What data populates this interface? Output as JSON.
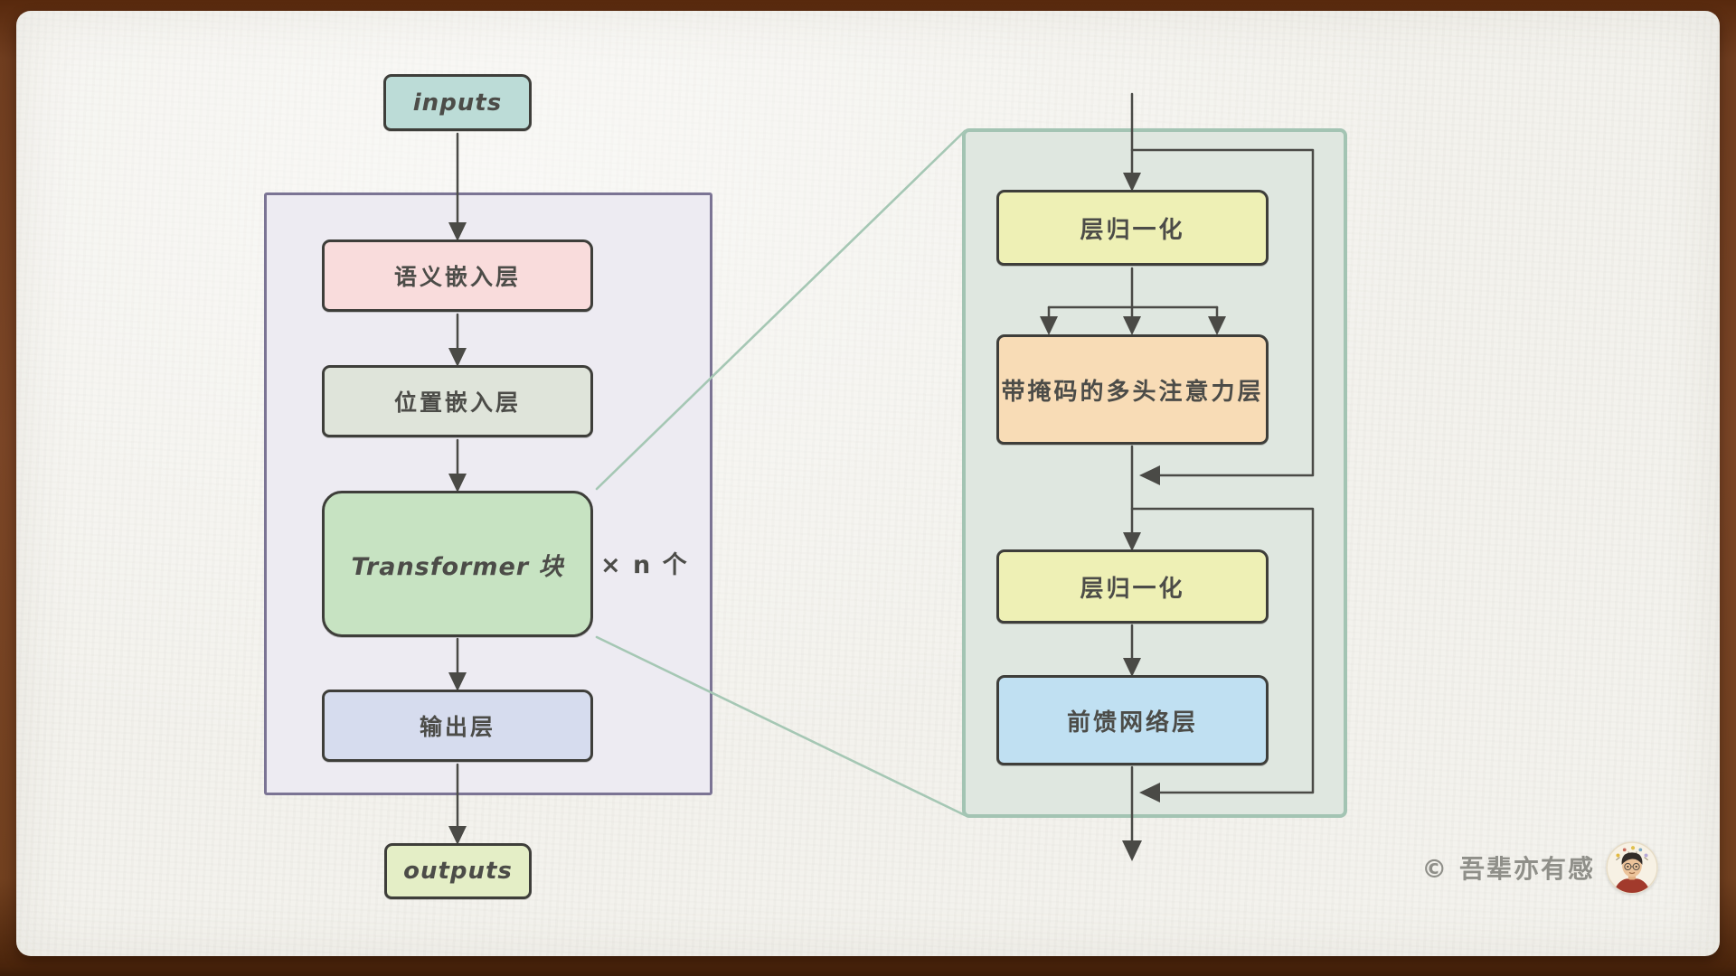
{
  "page": {
    "copyright": "© 吾辈亦有感"
  },
  "pipeline": {
    "inputs": "inputs",
    "semantic_embedding": "语义嵌入层",
    "position_embedding": "位置嵌入层",
    "transformer_block": "Transformer 块",
    "repeat_label": "× n 个",
    "output_layer": "输出层",
    "outputs": "outputs"
  },
  "transformer_detail": {
    "layer_norm_top": "层归一化",
    "masked_multi_head_attention": "带掩码的多头注意力层",
    "layer_norm_bottom": "层归一化",
    "feed_forward": "前馈网络层"
  },
  "colors": {
    "paper": "#f3f2ed",
    "frame_brown": "#7a4526",
    "inputs_fill": "#bcdcd7",
    "outputs_fill": "#e4eec6",
    "semantic_fill": "#f9dcdc",
    "position_fill": "#dfe4da",
    "transformer_fill": "#c7e3c2",
    "output_layer_fill": "#d6dcee",
    "layer_norm_fill": "#eef0b5",
    "attention_fill": "#f8dcb6",
    "feed_forward_fill": "#c0e0f2",
    "left_group_fill": "#edebf2",
    "left_group_border": "#7b7494",
    "right_group_fill": "#dfe7e0",
    "right_group_border": "#a3c4b3",
    "box_border": "#3e3e3a",
    "arrow": "#4a4a46",
    "connector": "#a5c7b4",
    "text": "#4c4c48",
    "copyright": "#8f8f89"
  }
}
